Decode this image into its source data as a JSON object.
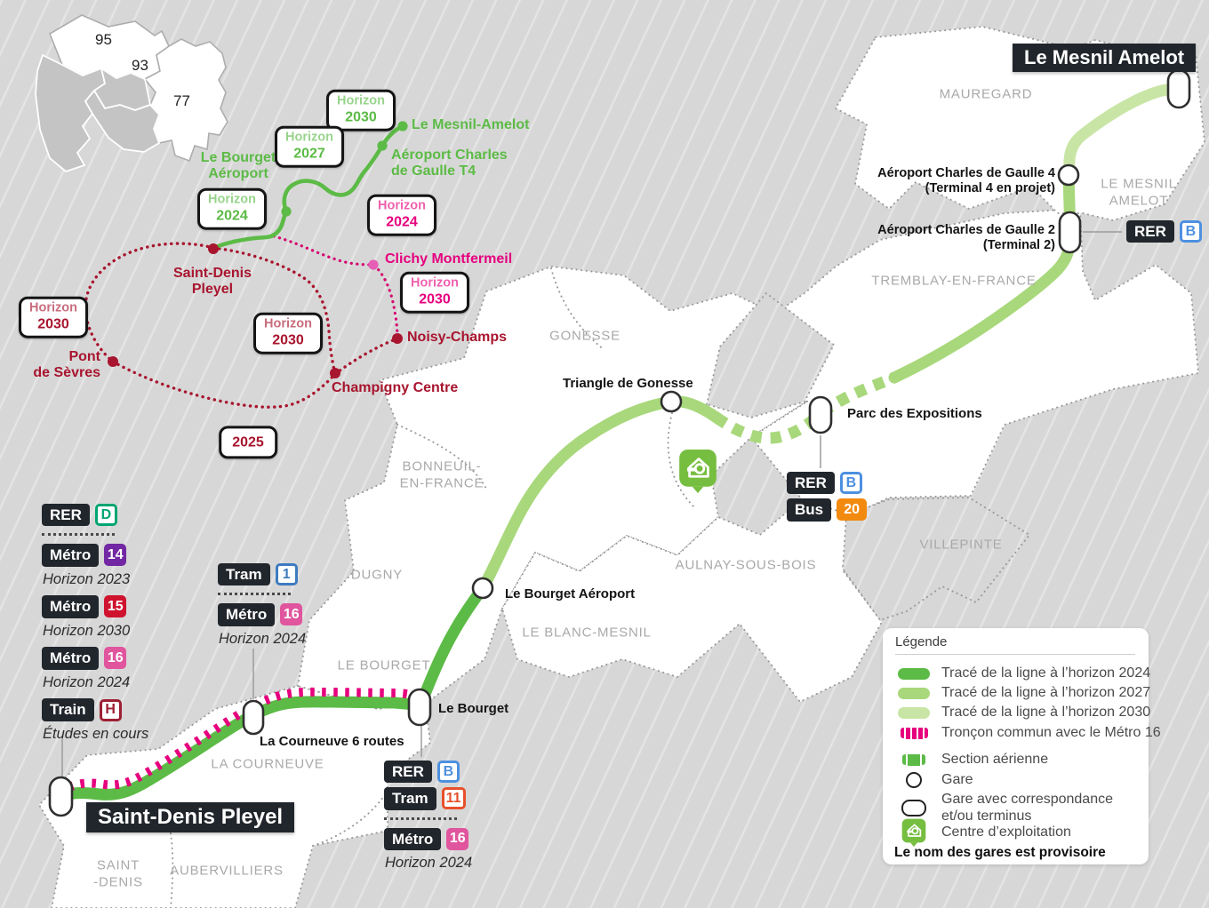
{
  "colors": {
    "line_2024": "#5CBB46",
    "line_2027": "#A8D87B",
    "line_2030": "#C9E5A6",
    "metro16_pink": "#E6007E",
    "line15_darkred": "#A8152E",
    "badge_dark": "#21262C",
    "rer_b_blue": "#4D90E0",
    "rer_d_green": "#00A571",
    "tram1_blue": "#3E7BC0",
    "tram11_red": "#E8502B",
    "bus_orange": "#F28A0F",
    "metro14_purple": "#7227A3",
    "metro15_red": "#CF122E",
    "metro16_box": "#E0559D",
    "train_h_darkred": "#9D1F33",
    "depot_green": "#76BE3F"
  },
  "inset": {
    "departments": {
      "d95": "95",
      "d93": "93",
      "d77": "77"
    },
    "horizon_boxes": {
      "g2030": {
        "word": "Horizon",
        "year": "2030"
      },
      "g2027": {
        "word": "Horizon",
        "year": "2027"
      },
      "g2024": {
        "word": "Horizon",
        "year": "2024"
      },
      "p2024": {
        "word": "Horizon",
        "year": "2024"
      },
      "p2030": {
        "word": "Horizon",
        "year": "2030"
      },
      "r2030_left": {
        "word": "Horizon",
        "year": "2030"
      },
      "r2030_mid": {
        "word": "Horizon",
        "year": "2030"
      },
      "y2025": {
        "year": "2025"
      }
    },
    "stations": {
      "bourget_airport": {
        "line1": "Le Bourget",
        "line2": "Aéroport"
      },
      "mesnil": "Le Mesnil-Amelot",
      "cdg_t4": {
        "line1": "Aéroport Charles",
        "line2": "de Gaulle T4"
      },
      "saint_denis": {
        "line1": "Saint-Denis",
        "line2": "Pleyel"
      },
      "pont_sevres": {
        "line1": "Pont",
        "line2": "de Sèvres"
      },
      "clichy": "Clichy Montfermeil",
      "noisy": "Noisy-Champs",
      "champigny": "Champigny Centre"
    }
  },
  "map": {
    "terminus": {
      "start": "Saint-Denis Pleyel",
      "end": "Le Mesnil Amelot"
    },
    "stations": {
      "courneuve": "La Courneuve 6 routes",
      "bourget": "Le Bourget",
      "bourget_airport": "Le Bourget Aéroport",
      "triangle": "Triangle de Gonesse",
      "parc": "Parc des Expositions",
      "cdg2": {
        "line1": "Aéroport Charles de Gaulle 2",
        "line2": "(Terminal 2)"
      },
      "cdg4": {
        "line1": "Aéroport Charles de Gaulle 4",
        "line2": "(Terminal 4 en projet)"
      }
    },
    "areas": {
      "mauregard": "MAUREGARD",
      "mesnil": {
        "line1": "LE MESNIL",
        "line2": "AMELOT"
      },
      "tremblay": "TREMBLAY-EN-FRANCE",
      "gonesse": "GONESSE",
      "bonneuil": {
        "line1": "BONNEUIL-",
        "line2": "EN-FRANCE"
      },
      "dugny": "DUGNY",
      "le_bourget": "LE BOURGET",
      "blanc_mesnil": "LE BLANC-MESNIL",
      "aulnay": "AULNAY-SOUS-BOIS",
      "villepinte": "VILLEPINTE",
      "la_courneuve": "LA COURNEUVE",
      "saint_denis": {
        "line1": "SAINT",
        "line2": "-DENIS"
      },
      "aubervilliers": "AUBERVILLIERS"
    }
  },
  "badges": {
    "labels": {
      "rer": "RER",
      "metro": "Métro",
      "tram": "Tram",
      "train": "Train",
      "bus": "Bus"
    },
    "lines": {
      "b": "B",
      "d": "D",
      "h": "H",
      "m14": "14",
      "m15": "15",
      "m16": "16",
      "t1": "1",
      "t11": "11",
      "b20": "20"
    },
    "notes": {
      "h2023": "Horizon 2023",
      "h2024": "Horizon 2024",
      "h2030": "Horizon 2030",
      "etudes": "Études en cours"
    }
  },
  "legend": {
    "title": "Légende",
    "items": {
      "l2024": "Tracé de la ligne à l’horizon 2024",
      "l2027": "Tracé de la ligne à l’horizon 2027",
      "l2030": "Tracé de la ligne à l’horizon 2030",
      "troncon": "Tronçon commun avec le Métro 16",
      "aerienne": "Section aérienne",
      "gare": "Gare",
      "corresp": {
        "line1": "Gare avec correspondance",
        "line2": "et/ou terminus"
      },
      "centre": "Centre d’exploitation"
    },
    "footnote": "Le nom des gares est provisoire"
  }
}
